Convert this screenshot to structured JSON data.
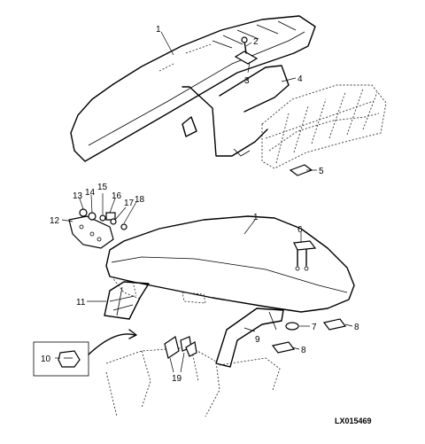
{
  "reference_code": "LX015469",
  "callouts": [
    {
      "id": "c1a",
      "text": "1"
    },
    {
      "id": "c2",
      "text": "2"
    },
    {
      "id": "c3",
      "text": "3"
    },
    {
      "id": "c4",
      "text": "4"
    },
    {
      "id": "c5",
      "text": "5"
    },
    {
      "id": "c1b",
      "text": "1"
    },
    {
      "id": "c6",
      "text": "6"
    },
    {
      "id": "c7",
      "text": "7"
    },
    {
      "id": "c8a",
      "text": "8"
    },
    {
      "id": "c8b",
      "text": "8"
    },
    {
      "id": "c9",
      "text": "9"
    },
    {
      "id": "c10",
      "text": "10"
    },
    {
      "id": "c11",
      "text": "11"
    },
    {
      "id": "c12",
      "text": "12"
    },
    {
      "id": "c13",
      "text": "13"
    },
    {
      "id": "c14",
      "text": "14"
    },
    {
      "id": "c15",
      "text": "15"
    },
    {
      "id": "c16",
      "text": "16"
    },
    {
      "id": "c17",
      "text": "17"
    },
    {
      "id": "c18",
      "text": "18"
    },
    {
      "id": "c19",
      "text": "19"
    }
  ]
}
